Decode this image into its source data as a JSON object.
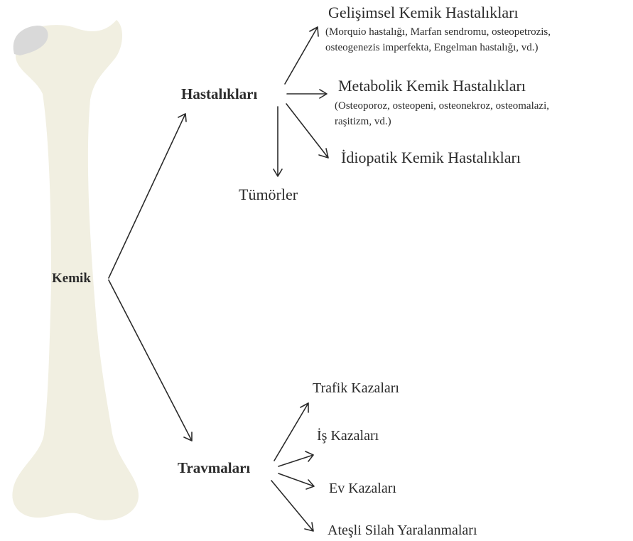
{
  "root": {
    "label": "Kemik"
  },
  "colors": {
    "bone_shaft": "#f1efe1",
    "bone_head": "#d9d9d9",
    "arrow": "#2b2b2b",
    "text": "#2b2b2b"
  },
  "branches": {
    "diseases": {
      "label": "Hastalıkları",
      "children": {
        "developmental": {
          "title": "Gelişimsel Kemik Hastalıkları",
          "detail_line1": "(Morquio hastalığı, Marfan sendromu, osteopetrozis,",
          "detail_line2": "osteogenezis imperfekta, Engelman hastalığı, vd.)"
        },
        "metabolic": {
          "title": "Metabolik Kemik Hastalıkları",
          "detail_line1": "(Osteoporoz, osteopeni, osteonekroz, osteomalazi,",
          "detail_line2": "raşitizm, vd.)"
        },
        "idiopathic": {
          "title": "İdiopatik Kemik Hastalıkları"
        },
        "tumors": {
          "title": "Tümörler"
        }
      }
    },
    "traumas": {
      "label": "Travmaları",
      "children": {
        "traffic": {
          "title": "Trafik Kazaları"
        },
        "work": {
          "title": "İş Kazaları"
        },
        "home": {
          "title": "Ev Kazaları"
        },
        "firearm": {
          "title": "Ateşli Silah Yaralanmaları"
        }
      }
    }
  }
}
